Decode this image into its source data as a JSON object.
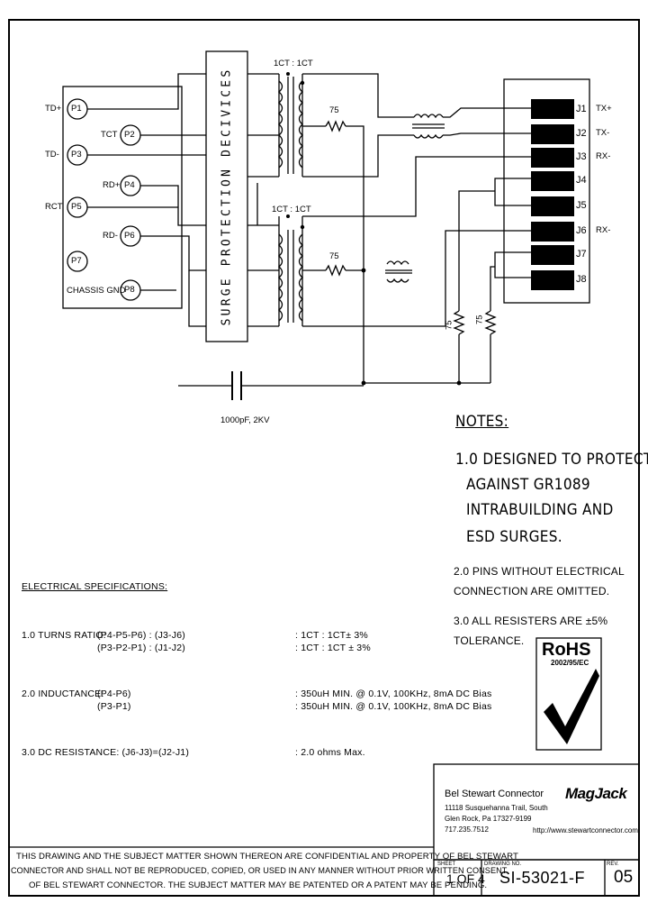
{
  "schematic": {
    "surge_block_label": "SURGE PROTECTION DECIVICES",
    "transformer_top_ratio": "1CT : 1CT",
    "transformer_bottom_ratio": "1CT : 1CT",
    "resistor_top": "75",
    "resistor_bottom": "75",
    "resistor_left_vertical": "75",
    "resistor_right_vertical": "75",
    "capacitor_label": "1000pF, 2KV",
    "pins_left": [
      {
        "id": "P1",
        "signal": "TD+"
      },
      {
        "id": "P2",
        "signal": "TCT"
      },
      {
        "id": "P3",
        "signal": "TD-"
      },
      {
        "id": "P4",
        "signal": "RD+"
      },
      {
        "id": "P5",
        "signal": "RCT"
      },
      {
        "id": "P6",
        "signal": "RD-"
      },
      {
        "id": "P7",
        "signal": ""
      },
      {
        "id": "P8",
        "signal": "CHASSIS GND"
      }
    ],
    "pins_right": [
      {
        "id": "J1",
        "signal": "TX+"
      },
      {
        "id": "J2",
        "signal": "TX-"
      },
      {
        "id": "J3",
        "signal": "RX-"
      },
      {
        "id": "J4",
        "signal": ""
      },
      {
        "id": "J5",
        "signal": ""
      },
      {
        "id": "J6",
        "signal": "RX-"
      },
      {
        "id": "J7",
        "signal": ""
      },
      {
        "id": "J8",
        "signal": ""
      }
    ]
  },
  "notes": {
    "title": "NOTES:",
    "n1": [
      "1.0 DESIGNED TO PROTECT",
      "AGAINST GR1089",
      "INTRABUILDING AND",
      "ESD SURGES."
    ],
    "n2": [
      "2.0 PINS WITHOUT ELECTRICAL",
      "CONNECTION ARE OMITTED."
    ],
    "n3": [
      "3.0 ALL RESISTERS ARE ±5%",
      "TOLERANCE."
    ]
  },
  "specs": {
    "title": "ELECTRICAL SPECIFICATIONS:",
    "turns_label": "1.0  TURNS RATIO:",
    "turns_rows": [
      {
        "pins": "(P4-P5-P6) : (J3-J6)",
        "value": ":  1CT : 1CT± 3%"
      },
      {
        "pins": "(P3-P2-P1) : (J1-J2)",
        "value": ":  1CT : 1CT ± 3%"
      }
    ],
    "ind_label": "2.0  INDUCTANCE:",
    "ind_rows": [
      {
        "pins": "(P4-P6)",
        "value": ":  350uH MIN. @ 0.1V, 100KHz, 8mA DC Bias"
      },
      {
        "pins": "(P3-P1)",
        "value": ":  350uH MIN. @ 0.1V, 100KHz, 8mA DC Bias"
      }
    ],
    "dcr_label": "3.0  DC RESISTANCE: (J6-J3)=(J2-J1)",
    "dcr_value": ":  2.0 ohms Max."
  },
  "rohs": {
    "title": "RoHS",
    "sub": "2002/95/EC"
  },
  "title_block": {
    "company": "Bel Stewart Connector",
    "address": [
      "11118 Susquehanna Trail, South",
      "Glen Rock, Pa 17327-9199",
      "717.235.7512"
    ],
    "brand": "MagJack",
    "url": "http://www.stewartconnector.com",
    "sheet_label": "SHEET",
    "sheet_value": "1 OF 4",
    "drawing_label": "DRAWING NO.",
    "drawing_value": "SI-53021-F",
    "rev_label": "REV.",
    "rev_value": "05"
  },
  "disclaimer": [
    "THIS DRAWING AND THE SUBJECT MATTER SHOWN THEREON ARE CONFIDENTIAL AND PROPERTY OF BEL STEWART",
    "CONNECTOR AND SHALL NOT BE REPRODUCED, COPIED, OR USED IN ANY MANNER WITHOUT PRIOR WRITTEN CONSENT",
    "OF BEL STEWART CONNECTOR.  THE SUBJECT MATTER MAY BE PATENTED OR A PATENT MAY BE PENDING."
  ]
}
